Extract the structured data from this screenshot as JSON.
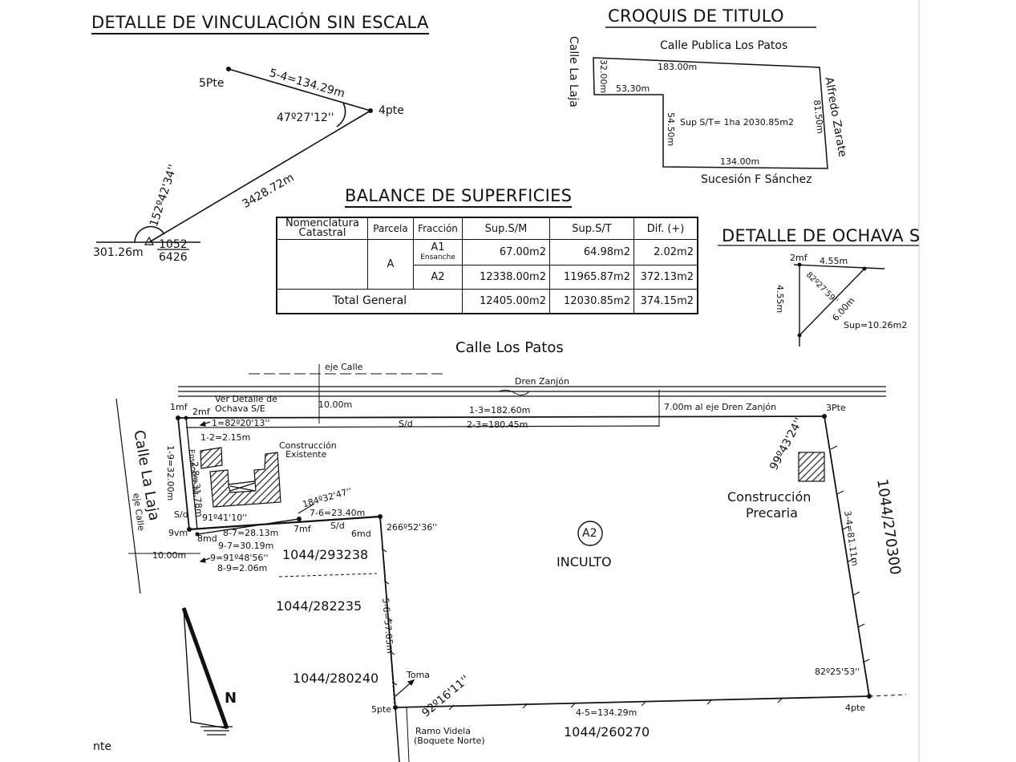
{
  "headings": {
    "vinculacion": "DETALLE DE VINCULACIÓN SIN ESCALA",
    "croquis": "CROQUIS DE TITULO",
    "balance": "BALANCE DE SUPERFICIES",
    "ochava": "DETALLE DE OCHAVA S"
  },
  "vinculacion": {
    "pt5": "5Pte",
    "pt4": "4pte",
    "side54": "5-4=134.29m",
    "angle4": "47º27'12''",
    "dist_long": "3428.72m",
    "angle_base": "152º42'34''",
    "dist_left": "301.26m",
    "ref_top": "1052",
    "ref_bottom": "6426"
  },
  "croquis": {
    "street_top": "Calle Publica Los Patos",
    "street_left": "Calle La Laja",
    "street_right": "Alfredo Zarate",
    "bottom_owner": "Sucesión F Sánchez",
    "top_len": "183.00m",
    "left_len": "32.00m",
    "notch_len": "53,30m",
    "inner_len": "54.50m",
    "right_len": "81.50m",
    "bottom_len": "134.00m",
    "area": "Sup S/T= 1ha 2030.85m2"
  },
  "balance_table": {
    "headers": [
      "Nomenclatura Catastral",
      "Parcela",
      "Fracción",
      "Sup.S/M",
      "Sup.S/T",
      "Dif. (+)"
    ],
    "parcela": "A",
    "rows": [
      {
        "fraccion": "A1",
        "sub": "Ensanche",
        "sm": "67.00m2",
        "st": "64.98m2",
        "dif": "2.02m2"
      },
      {
        "fraccion": "A2",
        "sub": "",
        "sm": "12338.00m2",
        "st": "11965.87m2",
        "dif": "372.13m2"
      }
    ],
    "total": {
      "label": "Total General",
      "sm": "12405.00m2",
      "st": "12030.85m2",
      "dif": "374.15m2"
    }
  },
  "ochava": {
    "pt": "2mf",
    "top": "4.55m",
    "left": "4.55m",
    "diag": "6.00m",
    "angle": "82º27'59''",
    "area": "Sup=10.26m2"
  },
  "plan": {
    "street_top": "Calle Los Patos",
    "eje_calle_top": "eje Calle",
    "dren": "Dren Zanjón",
    "width_top": "10.00m",
    "dren_dist": "7.00m al eje Dren Zanjón",
    "side13": "1-3=182.60m",
    "side23": "2-3=180.45m",
    "sd_top": "S/d",
    "ver_detalle_1": "Ver Detalle de",
    "ver_detalle_2": "Ochava S/E",
    "pt1": "1mf",
    "pt2": "2mf",
    "pt3": "3Pte",
    "angle1": "1=82º20'13''",
    "side12": "1-2=2.15m",
    "construccion_1": "Construcción",
    "construccion_2": "Existente",
    "side19": "1-9=32.00m",
    "side28": "2-8=31.78m",
    "ensanche": "Ensanche A1",
    "street_left": "Calle La Laja",
    "eje_calle_left": "eje Calle",
    "sd_left": "S/d",
    "angle_mid": "91º41'10''",
    "angle7": "184º32'47''",
    "side76": "7-6=23.40m",
    "pt7": "7mf",
    "pt6": "6md",
    "sd_mid": "S/d",
    "angle6": "266º52'36''",
    "pt9": "9vm",
    "pt8": "8md",
    "side87": "8-7=28.13m",
    "side97": "9-7=30.19m",
    "angle9": "9=91º48'56''",
    "side89": "8-9=2.06m",
    "width_left": "10.00m",
    "parcel_a": "1044/293238",
    "parcel_b": "1044/282235",
    "side56": "5-6=57.05m",
    "parcel_c": "1044/280240",
    "toma": "Toma",
    "pt5": "5pte",
    "angle5": "92º16'11''",
    "ramo_1": "Ramo Videla",
    "ramo_2": "(Boquete Norte)",
    "side45": "4-5=134.29m",
    "parcel_bottom": "1044/260270",
    "pt4": "4pte",
    "angle4": "82º25'53''",
    "angle3": "99º43'24''",
    "precaria_1": "Construcción",
    "precaria_2": "Precaria",
    "parcel_right": "1044/270300",
    "side34": "3-4=81.11m",
    "fraction": "A2",
    "inculto": "INCULTO",
    "north": "N",
    "frag_1": "nte"
  }
}
